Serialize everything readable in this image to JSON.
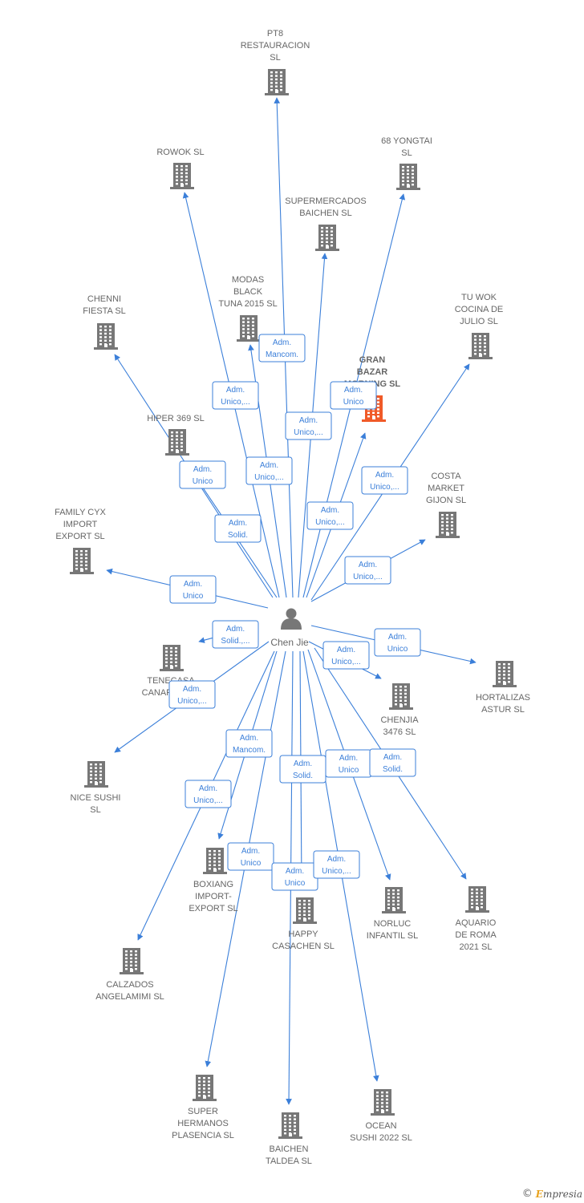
{
  "colors": {
    "edge": "#3b7fd9",
    "company": "#777777",
    "highlight": "#f05a28",
    "text": "#666666"
  },
  "center": {
    "name": "Chen Jie",
    "icon": "person-icon"
  },
  "companies": [
    {
      "id": "pt8",
      "lines": [
        "PT8",
        "RESTAURACION",
        "SL"
      ]
    },
    {
      "id": "rowok",
      "lines": [
        "ROWOK  SL"
      ]
    },
    {
      "id": "68yongtai",
      "lines": [
        "68 YONGTAI",
        "SL"
      ]
    },
    {
      "id": "supermercados",
      "lines": [
        "SUPERMERCADOS",
        "BAICHEN  SL"
      ]
    },
    {
      "id": "modas",
      "lines": [
        "MODAS",
        "BLACK",
        "TUNA 2015  SL"
      ]
    },
    {
      "id": "chenni",
      "lines": [
        "CHENNI",
        "FIESTA SL"
      ]
    },
    {
      "id": "tuwok",
      "lines": [
        "TU WOK",
        "COCINA DE",
        "JULIO  SL"
      ]
    },
    {
      "id": "granbazar",
      "lines": [
        "GRAN",
        "BAZAR",
        "MORNING  SL"
      ],
      "highlight": true
    },
    {
      "id": "hiper369",
      "lines": [
        "HIPER 369  SL"
      ]
    },
    {
      "id": "costa",
      "lines": [
        "COSTA",
        "MARKET",
        "GIJON  SL"
      ]
    },
    {
      "id": "familycyx",
      "lines": [
        "FAMILY CYX",
        "IMPORT",
        "EXPORT  SL"
      ]
    },
    {
      "id": "tenecasa",
      "lines": [
        "TENECASA",
        "CANARIAS SL"
      ]
    },
    {
      "id": "hortalizas",
      "lines": [
        "HORTALIZAS",
        "ASTUR  SL"
      ]
    },
    {
      "id": "chenjia",
      "lines": [
        "CHENJIA",
        "3476  SL"
      ]
    },
    {
      "id": "nicesushi",
      "lines": [
        "NICE SUSHI",
        "SL"
      ]
    },
    {
      "id": "boxiang",
      "lines": [
        "BOXIANG",
        "IMPORT-",
        "EXPORT SL"
      ]
    },
    {
      "id": "happy",
      "lines": [
        "HAPPY",
        "CASACHEN  SL"
      ]
    },
    {
      "id": "norluc",
      "lines": [
        "NORLUC",
        "INFANTIL SL"
      ]
    },
    {
      "id": "aquario",
      "lines": [
        "AQUARIO",
        "DE ROMA",
        "2021  SL"
      ]
    },
    {
      "id": "calzados",
      "lines": [
        "CALZADOS",
        "ANGELAMIMI SL"
      ]
    },
    {
      "id": "superhermanos",
      "lines": [
        "SUPER",
        "HERMANOS",
        "PLASENCIA SL"
      ]
    },
    {
      "id": "baichen",
      "lines": [
        "BAICHEN",
        "TALDEA  SL"
      ]
    },
    {
      "id": "ocean",
      "lines": [
        "OCEAN",
        "SUSHI 2022  SL"
      ]
    }
  ],
  "edges": [
    {
      "to": "pt8",
      "label": [
        "Adm.",
        "Mancom."
      ]
    },
    {
      "to": "rowok",
      "label": [
        "Adm.",
        "Unico,..."
      ]
    },
    {
      "to": "68yongtai",
      "label": [
        "Adm.",
        "Unico"
      ]
    },
    {
      "to": "supermercados",
      "label": [
        "Adm.",
        "Unico,..."
      ]
    },
    {
      "to": "modas",
      "label": [
        "Adm.",
        "Unico,..."
      ]
    },
    {
      "to": "chenni",
      "label": [
        "Adm.",
        "Unico"
      ]
    },
    {
      "to": "tuwok",
      "label": [
        "Adm.",
        "Unico,..."
      ]
    },
    {
      "to": "granbazar",
      "label": [
        "Adm.",
        "Unico,..."
      ]
    },
    {
      "to": "hiper369",
      "label": [
        "Adm.",
        "Solid."
      ]
    },
    {
      "to": "costa",
      "label": [
        "Adm.",
        "Unico,..."
      ]
    },
    {
      "to": "familycyx",
      "label": [
        "Adm.",
        "Unico"
      ]
    },
    {
      "to": "tenecasa",
      "label": [
        "Adm.",
        "Solid.,..."
      ]
    },
    {
      "to": "hortalizas",
      "label": [
        "Adm.",
        "Unico"
      ]
    },
    {
      "to": "chenjia",
      "label": [
        "Adm.",
        "Unico,..."
      ]
    },
    {
      "to": "nicesushi",
      "label": [
        "Adm.",
        "Unico,..."
      ]
    },
    {
      "to": "boxiang",
      "label": [
        "Adm.",
        "Mancom."
      ]
    },
    {
      "to": "happy",
      "label": [
        "Adm.",
        "Solid."
      ]
    },
    {
      "to": "norluc",
      "label": [
        "Adm.",
        "Unico"
      ]
    },
    {
      "to": "aquario",
      "label": [
        "Adm.",
        "Solid."
      ]
    },
    {
      "to": "calzados",
      "label": [
        "Adm.",
        "Unico,..."
      ]
    },
    {
      "to": "superhermanos",
      "label": [
        "Adm.",
        "Unico"
      ]
    },
    {
      "to": "baichen",
      "label": [
        "Adm.",
        "Unico"
      ]
    },
    {
      "to": "ocean",
      "label": [
        "Adm.",
        "Unico,..."
      ]
    }
  ],
  "footer": {
    "copyright": "©",
    "brand_initial": "E",
    "brand_rest": "mpresia"
  }
}
